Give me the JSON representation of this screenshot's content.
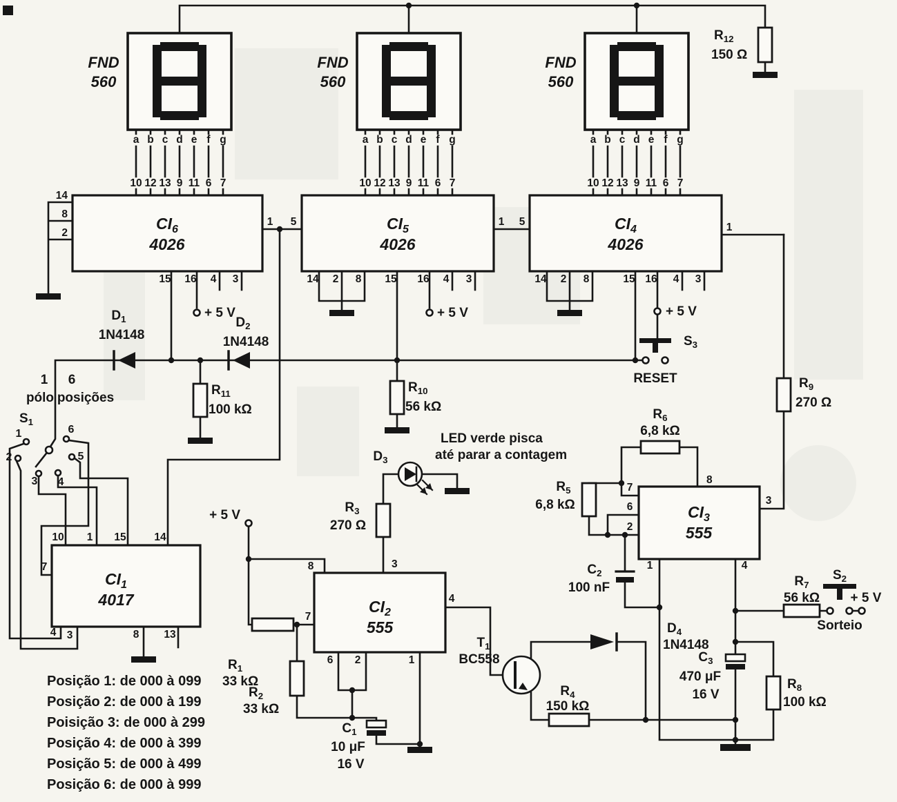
{
  "display": {
    "name1": "FND",
    "name2": "560",
    "letters": [
      "a",
      "b",
      "c",
      "d",
      "e",
      "f",
      "g"
    ],
    "pins": [
      "10",
      "12",
      "13",
      "9",
      "11",
      "6",
      "7"
    ]
  },
  "ic": {
    "ci6": {
      "r": "CI",
      "s": "6",
      "part": "4026"
    },
    "ci5": {
      "r": "CI",
      "s": "5",
      "part": "4026"
    },
    "ci4": {
      "r": "CI",
      "s": "4",
      "part": "4026"
    },
    "ci1": {
      "r": "CI",
      "s": "1",
      "part": "4017"
    },
    "ci2": {
      "r": "CI",
      "s": "2",
      "part": "555"
    },
    "ci3": {
      "r": "CI",
      "s": "3",
      "part": "555"
    }
  },
  "pins": {
    "ci6_left": [
      "14",
      "8",
      "2"
    ],
    "ci6_bottom": [
      "15",
      "16",
      "4",
      "3"
    ],
    "ci5_gnd": [
      "14",
      "2",
      "8"
    ],
    "ci5_bottom": [
      "15",
      "16",
      "4",
      "3"
    ],
    "ci4_gnd": [
      "14",
      "2",
      "8"
    ],
    "ci4_bottom": [
      "15",
      "16",
      "4",
      "3"
    ],
    "link1": {
      "out": "1",
      "in": "5"
    },
    "link2": {
      "out": "1",
      "in": "5"
    },
    "ci4_clk": "1",
    "ci1_top": [
      "10",
      "1",
      "15",
      "14"
    ],
    "ci1_left": "7",
    "ci1_bottom": [
      "4",
      "3",
      "8",
      "13"
    ],
    "ci2": {
      "p8": "8",
      "p3": "3",
      "p7": "7",
      "p6": "6",
      "p2": "2",
      "p1": "1",
      "p4": "4"
    },
    "ci3": {
      "p7": "7",
      "p6": "6",
      "p2": "2",
      "p8": "8",
      "p3": "3",
      "p1": "1",
      "p4": "4"
    }
  },
  "parts": {
    "r1": {
      "r": "R",
      "s": "1",
      "v": "33 kΩ"
    },
    "r2": {
      "r": "R",
      "s": "2",
      "v": "33 kΩ"
    },
    "r3": {
      "r": "R",
      "s": "3",
      "v": "270 Ω"
    },
    "r4": {
      "r": "R",
      "s": "4",
      "v": "150 kΩ"
    },
    "r5": {
      "r": "R",
      "s": "5",
      "v": "6,8 kΩ"
    },
    "r6": {
      "r": "R",
      "s": "6",
      "v": "6,8 kΩ"
    },
    "r7": {
      "r": "R",
      "s": "7",
      "v": "56 kΩ"
    },
    "r8": {
      "r": "R",
      "s": "8",
      "v": "100 kΩ"
    },
    "r9": {
      "r": "R",
      "s": "9",
      "v": "270 Ω"
    },
    "r10": {
      "r": "R",
      "s": "10",
      "v": "56 kΩ"
    },
    "r11": {
      "r": "R",
      "s": "11",
      "v": "100 kΩ"
    },
    "r12": {
      "r": "R",
      "s": "12",
      "v": "150 Ω"
    },
    "c1": {
      "r": "C",
      "s": "1",
      "v1": "10 μF",
      "v2": "16 V"
    },
    "c2": {
      "r": "C",
      "s": "2",
      "v1": "100 nF"
    },
    "c3": {
      "r": "C",
      "s": "3",
      "v1": "470 μF",
      "v2": "16 V"
    },
    "d1": {
      "r": "D",
      "s": "1",
      "v": "1N4148"
    },
    "d2": {
      "r": "D",
      "s": "2",
      "v": "1N4148"
    },
    "d3": {
      "r": "D",
      "s": "3"
    },
    "d4": {
      "r": "D",
      "s": "4",
      "v": "1N4148"
    },
    "t1": {
      "r": "T",
      "s": "1",
      "v": "BC558"
    }
  },
  "s1": {
    "r": "S",
    "s": "1",
    "top1": "1",
    "word1": "pólo",
    "top2": "6",
    "word2": "posições",
    "pos": [
      "1",
      "2",
      "3",
      "4",
      "5",
      "6"
    ]
  },
  "s2": {
    "r": "S",
    "s": "2",
    "label": "Sorteio"
  },
  "s3": {
    "r": "S",
    "s": "3",
    "label": "RESET"
  },
  "supply": "+ 5 V",
  "note1": "LED verde pisca",
  "note2": "até parar a contagem",
  "ranges": [
    "Posição 1: de 000 à 099",
    "Posição 2: de 000 à 199",
    "Poisição 3: de 000 à 299",
    "Posição 4: de 000 à 399",
    "Posição 5: de 000 à 499",
    "Posição 6: de 000 à 999"
  ]
}
